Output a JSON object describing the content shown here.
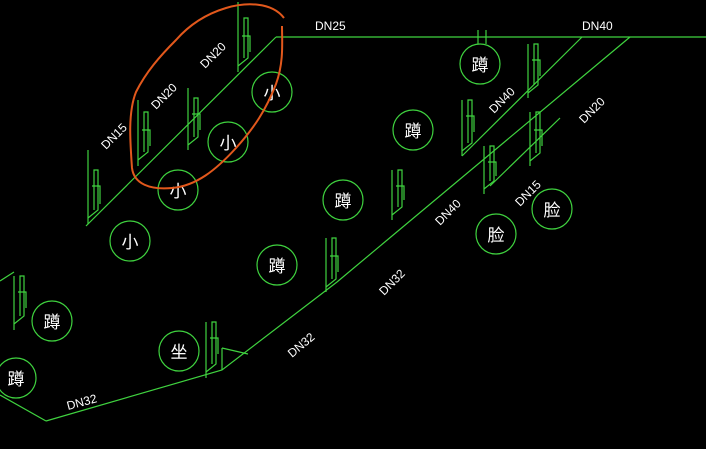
{
  "colors": {
    "background": "#000000",
    "pipe": "#3fd23f",
    "text": "#ffffff",
    "markup": "#e2581c"
  },
  "pipe_labels": {
    "dn25_top": "DN25",
    "dn40_top": "DN40",
    "dn20_circled": "DN20",
    "dn20_circled_2": "DN20",
    "dn15_left": "DN15",
    "dn40_mid": "DN40",
    "dn20_right": "DN20",
    "dn40_center": "DN40",
    "dn15_right": "DN15",
    "dn32_center": "DN32",
    "dn32_lower": "DN32",
    "dn32_bottom": "DN32"
  },
  "fixture_symbols": {
    "small": "小",
    "squat": "蹲",
    "basin": "脸",
    "seat": "坐"
  },
  "fixtures": [
    {
      "name": "urinal-small-1",
      "kind": "small"
    },
    {
      "name": "urinal-small-2",
      "kind": "small"
    },
    {
      "name": "urinal-small-3",
      "kind": "small"
    },
    {
      "name": "urinal-small-4",
      "kind": "small"
    },
    {
      "name": "squat-toilet-1",
      "kind": "squat"
    },
    {
      "name": "squat-toilet-2",
      "kind": "squat"
    },
    {
      "name": "squat-toilet-3",
      "kind": "squat"
    },
    {
      "name": "squat-toilet-4",
      "kind": "squat"
    },
    {
      "name": "squat-toilet-5",
      "kind": "squat"
    },
    {
      "name": "squat-toilet-6",
      "kind": "squat"
    },
    {
      "name": "wash-basin-1",
      "kind": "basin"
    },
    {
      "name": "wash-basin-2",
      "kind": "basin"
    },
    {
      "name": "seat-toilet-1",
      "kind": "seat"
    }
  ]
}
